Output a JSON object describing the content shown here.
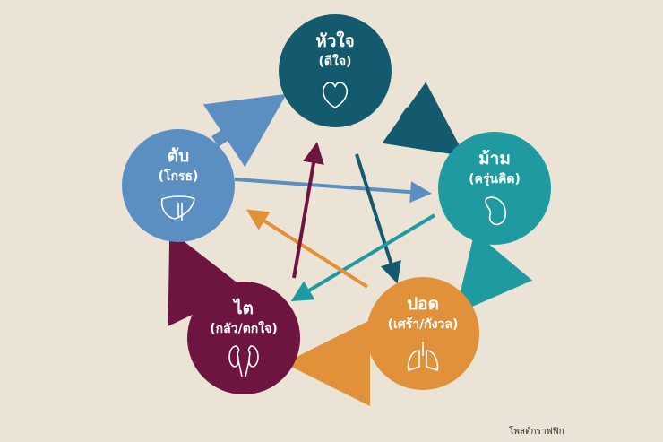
{
  "nodes": [
    {
      "organ": "หัวใจ",
      "emotion": "(ดีใจ)",
      "icon": "heart-icon",
      "color": "#145a6e"
    },
    {
      "organ": "ม้าม",
      "emotion": "(ครุ่นคิด)",
      "icon": "spleen-icon",
      "color": "#1f9aa0"
    },
    {
      "organ": "ปอด",
      "emotion": "(เศร้า/กังวล)",
      "icon": "lungs-icon",
      "color": "#e0913a"
    },
    {
      "organ": "ไต",
      "emotion": "(กลัว/ตกใจ)",
      "icon": "kidney-icon",
      "color": "#6e1440"
    },
    {
      "organ": "ตับ",
      "emotion": "(โกรธ)",
      "icon": "liver-icon",
      "color": "#5b8fc2"
    }
  ],
  "watermark": "โพสต์กราฟฟิก"
}
